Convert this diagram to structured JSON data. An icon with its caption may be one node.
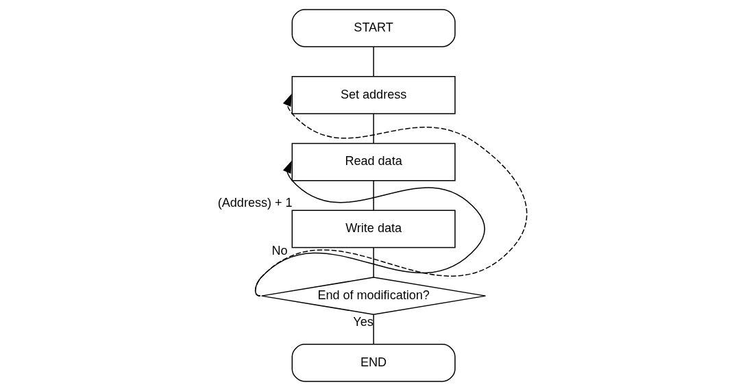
{
  "diagram": {
    "nodes": [
      {
        "text": [
          "START"
        ]
      },
      {
        "text": [
          "Set address"
        ]
      },
      {
        "text": [
          "Read data"
        ]
      },
      {
        "text": [
          "Write data"
        ],
        "beside": [
          "(Address) + 1"
        ]
      },
      {
        "text": [
          "End of modification?"
        ]
      },
      {
        "text": [
          "END"
        ]
      }
    ],
    "edges": [
      {
        "from": 0,
        "to": 1,
        "arrow": "none"
      },
      {
        "from": 1,
        "to": 2,
        "arrow": "none"
      },
      {
        "from": 2,
        "to": 3,
        "arrow": "none"
      },
      {
        "from": 3,
        "to": 4,
        "arrow": "none"
      },
      {
        "from": 4,
        "to": 5,
        "arrow": "none",
        "label": "Yes"
      },
      {
        "from": 4,
        "to": 2,
        "arrow": "to",
        "label": "No"
      },
      {
        "from": 4,
        "to": 1,
        "arrow": "to",
        "style": "dashed"
      }
    ]
  }
}
